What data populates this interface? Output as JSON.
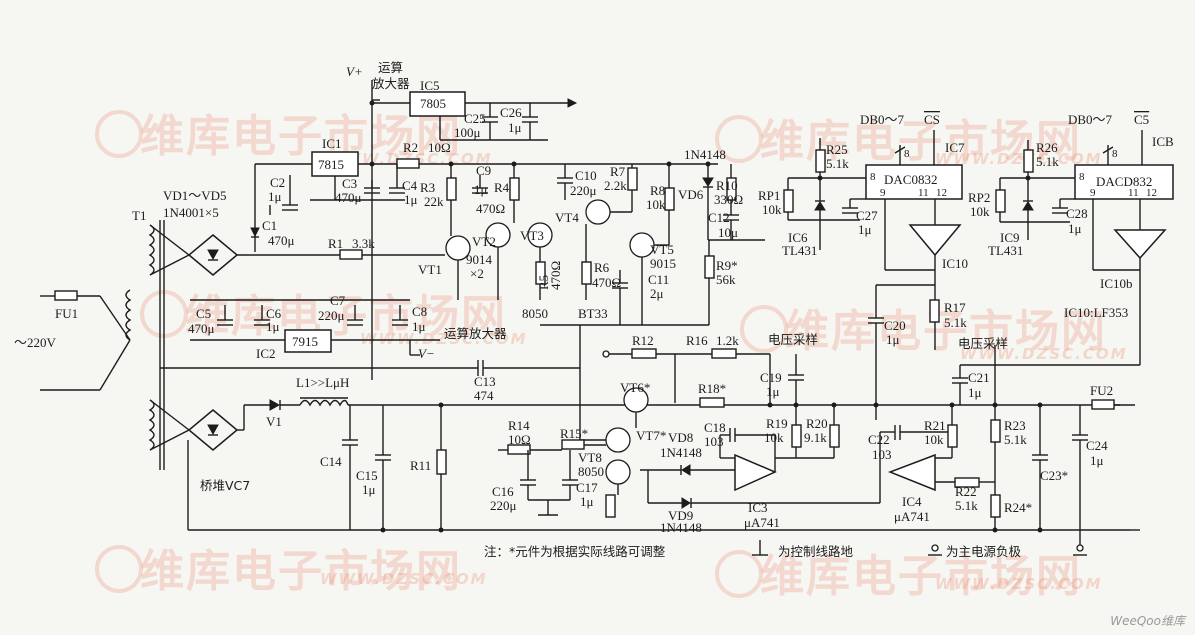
{
  "watermark": {
    "brand": "维库电子市场网",
    "url": "WWW.DZSC.COM"
  },
  "credit": "WeeQoo维库",
  "labels": {
    "vplus": "V+",
    "vminus": "V−",
    "opamp_top_1": "运算",
    "opamp_top_2": "放大器",
    "opamp_bottom": "运算放大器",
    "ic5": "IC5",
    "ic5_part": "7805",
    "c25": "C25",
    "c25_val": "100μ",
    "c26": "C26",
    "c26_val": "1μ",
    "ic1": "IC1",
    "ic1_part": "7815",
    "ic2": "IC2",
    "ic2_part": "7915",
    "c2": "C2",
    "c2_val": "1μ",
    "c1": "C1",
    "c1_val": "470μ",
    "c3": "C3",
    "c3_val": "470μ",
    "c4": "C4",
    "c4_val": "1μ",
    "vd_bridge": "VD1～VD5",
    "vd_part": "1N4001×5",
    "t1": "T1",
    "fu1": "FU1",
    "mains": "～220V",
    "r1": "R1",
    "r1_val": "3.3k",
    "r2": "R2",
    "r2_val": "10Ω",
    "r3": "R3",
    "r3_val": "22k",
    "c9": "C9",
    "c9_val": "1μ",
    "r4": "R4",
    "r4_val": "470Ω",
    "vt1": "VT1",
    "vt2": "VT2",
    "vt3": "VT3",
    "vt_part": "9014",
    "vt_count": "×2",
    "c5": "C5",
    "c5_val": "470μ",
    "c6": "C6",
    "c6_val": "1μ",
    "c7": "C7",
    "c7_val": "220μ",
    "c8": "C8",
    "c8_val": "1μ",
    "c10": "C10",
    "c10_val": "220μ",
    "vt4": "VT4",
    "r5": "R5",
    "r5_val": "470Ω",
    "r6": "R6",
    "r6_val": "470Ω",
    "part_8050": "8050",
    "part_bt33": "BT33",
    "r7": "R7",
    "r7_val": "2.2k",
    "r8": "R8",
    "r8_val": "10k",
    "vd6": "VD6",
    "vd6_part": "1N4148",
    "r10": "R10",
    "r10_val": "330Ω",
    "c12": "C12",
    "c12_val": "10μ",
    "vt5": "VT5",
    "vt5_part": "9015",
    "c11": "C11",
    "c11_val": "2μ",
    "r9": "R9*",
    "r9_val": "56k",
    "rp1": "RP1",
    "rp1_val": "10k",
    "r25": "R25",
    "r25_val": "5.1k",
    "ic6": "IC6",
    "ic6_part": "TL431",
    "c27": "C27",
    "c27_val": "1μ",
    "dac1": "DAC0832",
    "ic7": "IC7",
    "db_a": "DB0～7",
    "cs_a": "CS",
    "pin8": "8",
    "pin9": "9",
    "pin11": "11",
    "pin12": "12",
    "ic10a": "IC10",
    "r17": "R17",
    "r17_val": "5.1k",
    "c20": "C20",
    "c20_val": "1μ",
    "rp2": "RP2",
    "rp2_val": "10k",
    "r26": "R26",
    "r26_val": "5.1k",
    "ic9": "IC9",
    "ic9_part": "TL431",
    "c28": "C28",
    "c28_val": "1μ",
    "dac2": "DACD832",
    "icb": "ICB",
    "db_b": "DB0～7",
    "cs_b": "C5",
    "ic10b": "IC10b",
    "ic10_note": "IC10:LF353",
    "l1": "L1>>LμH",
    "v1": "V1",
    "c13": "C13",
    "c13_val": "474",
    "c14": "C14",
    "c15": "C15",
    "c15_val": "1μ",
    "r11": "R11",
    "vc7": "桥堆VC7",
    "r12": "R12",
    "r16": "R16",
    "r16_val": "1.2k",
    "sample_a": "电压采样",
    "sample_b": "电压采样",
    "c19": "C19",
    "c19_val": "1μ",
    "r18": "R18*",
    "vt6": "VT6*",
    "vt7": "VT7*",
    "r14": "R14",
    "r14_val": "10Ω",
    "r15": "R15*",
    "vt8": "VT8",
    "vt8_part": "8050",
    "c16": "C16",
    "c16_val": "220μ",
    "c17": "C17",
    "c17_val": "1μ",
    "vd8": "VD8",
    "vd8_part": "1N4148",
    "vd9": "VD9",
    "vd9_part": "1N4148",
    "c18": "C18",
    "c18_val": "103",
    "r19": "R19",
    "r19_val": "10k",
    "r20": "R20",
    "r20_val": "9.1k",
    "ic3": "IC3",
    "ic3_part": "μA741",
    "c22": "C22",
    "c22_val": "103",
    "r21": "R21",
    "r21_val": "10k",
    "ic4": "IC4",
    "ic4_part": "μA741",
    "r22": "R22",
    "r22_val": "5.1k",
    "r23": "R23",
    "r23_val": "5.1k",
    "r24": "R24*",
    "c23": "C23*",
    "c21": "C21",
    "c21_val": "1μ",
    "fu2": "FU2",
    "c24": "C24",
    "c24_val": "1μ",
    "note": "注：*元件为根据实际线路可调整",
    "legend_ctrl": "为控制线路地",
    "legend_main": "为主电源负极"
  }
}
